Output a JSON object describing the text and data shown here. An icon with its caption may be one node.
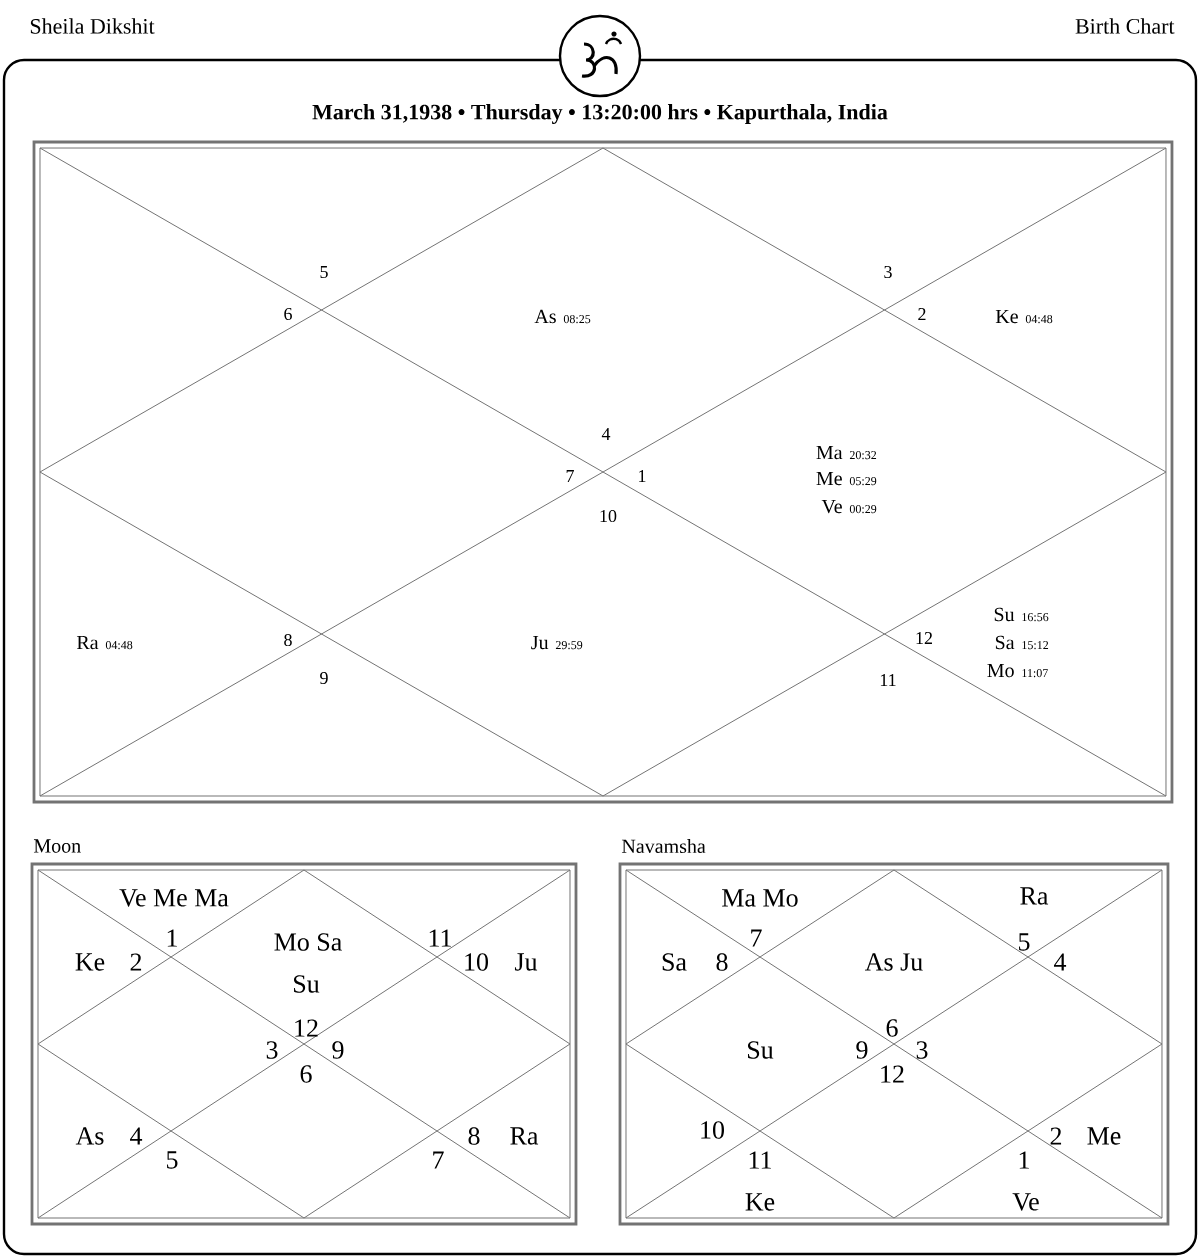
{
  "diagram": {
    "labels": [
      "Sheila Dikshit",
      "Birth Chart",
      "March 31,1938 • Thursday • 13:20:00 hrs • Kapurthala, India",
      "5",
      "3",
      "6",
      "As",
      "08:25",
      "2",
      "Ke",
      "04:48",
      "4",
      "Ma",
      "20:32",
      "7",
      "1",
      "Me",
      "05:29",
      "Ve",
      "00:29",
      "10",
      "Su",
      "16:56",
      "Sa",
      "15:12",
      "Ra",
      "04:48",
      "8",
      "Ju",
      "29:59",
      "12",
      "Mo",
      "11:07",
      "9",
      "11",
      "Moon",
      "Navamsha",
      "Ve Me Ma",
      "1",
      "Ke",
      "2",
      "Mo Sa",
      "11",
      "10",
      "Ju",
      "Su",
      "12",
      "3",
      "9",
      "6",
      "As",
      "4",
      "8",
      "Ra",
      "5",
      "7",
      "Ma Mo",
      "Ra",
      "7",
      "5",
      "Sa",
      "8",
      "As Ju",
      "4",
      "6",
      "Su",
      "9",
      "3",
      "12",
      "10",
      "2",
      "Me",
      "11",
      "1",
      "Ke",
      "Ve"
    ]
  }
}
